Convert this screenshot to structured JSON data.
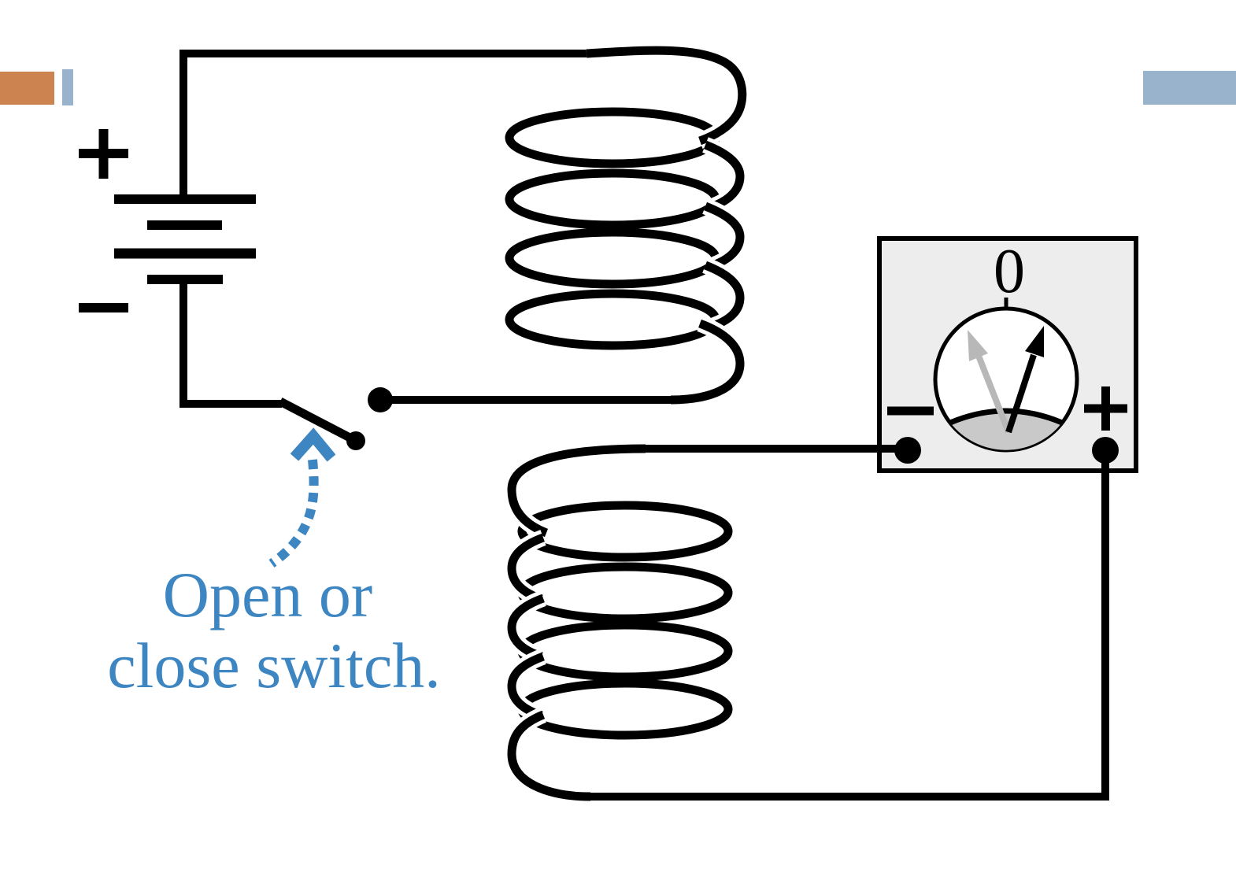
{
  "decor": {
    "orange": "#cd8350",
    "blue": "#9ab3cd"
  },
  "colors": {
    "accent": "#3d86c1",
    "wire": "#000000",
    "meter_face": "#ededed",
    "dial_shade": "#c9c9c9",
    "needle_gray": "#b8b8b8"
  },
  "battery": {
    "positive_label": "+",
    "negative_label": "−"
  },
  "switch_annotation": {
    "line1": "Open or",
    "line2": "close switch."
  },
  "primary_coil": {
    "turns": 4
  },
  "secondary_coil": {
    "turns": 4
  },
  "galvanometer": {
    "scale_zero": "0",
    "negative_label": "−",
    "positive_label": "+"
  }
}
